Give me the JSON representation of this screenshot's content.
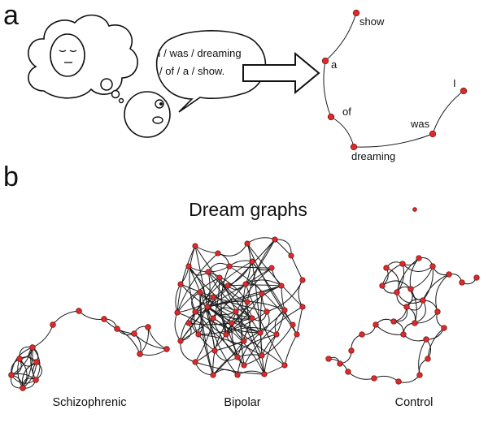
{
  "panel_a": {
    "letter": "a",
    "speech_lines": [
      "I / was / dreaming",
      "/ of / a / show."
    ],
    "graph_words": [
      "show",
      "a",
      "of",
      "dreaming",
      "was",
      "I"
    ]
  },
  "panel_b": {
    "letter": "b",
    "title": "Dream graphs",
    "captions": [
      "Schizophrenic",
      "Bipolar",
      "Control"
    ]
  },
  "colors": {
    "node": "#dd2a2a",
    "node_stroke": "#6a1010",
    "edge": "#1a1a1a"
  }
}
